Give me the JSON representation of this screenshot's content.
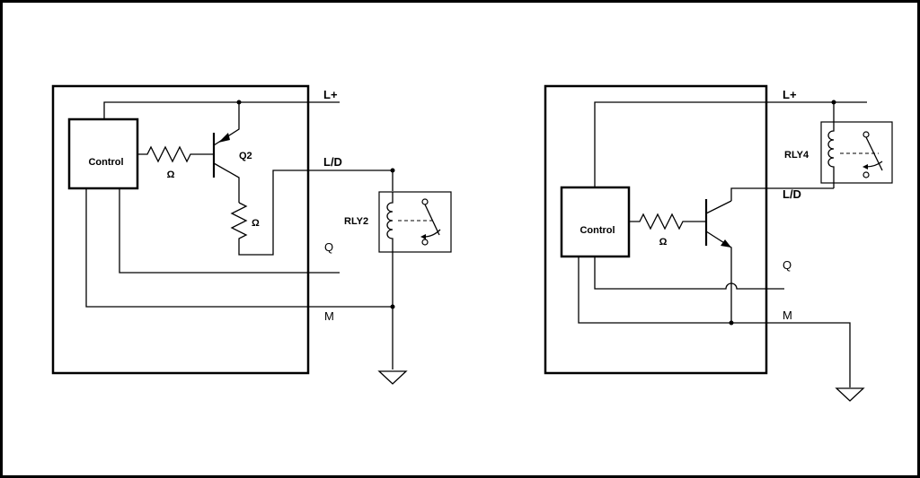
{
  "left": {
    "control_label": "Control",
    "resistor1_label": "Ω",
    "resistor2_label": "Ω",
    "transistor_label": "Q2",
    "relay_label": "RLY2",
    "terminal_lplus": "L+",
    "terminal_ld": "L/D",
    "terminal_q": "Q",
    "terminal_m": "M"
  },
  "right": {
    "control_label": "Control",
    "resistor_label": "Ω",
    "relay_label": "RLY4",
    "terminal_lplus": "L+",
    "terminal_ld": "L/D",
    "terminal_q": "Q",
    "terminal_m": "M"
  }
}
